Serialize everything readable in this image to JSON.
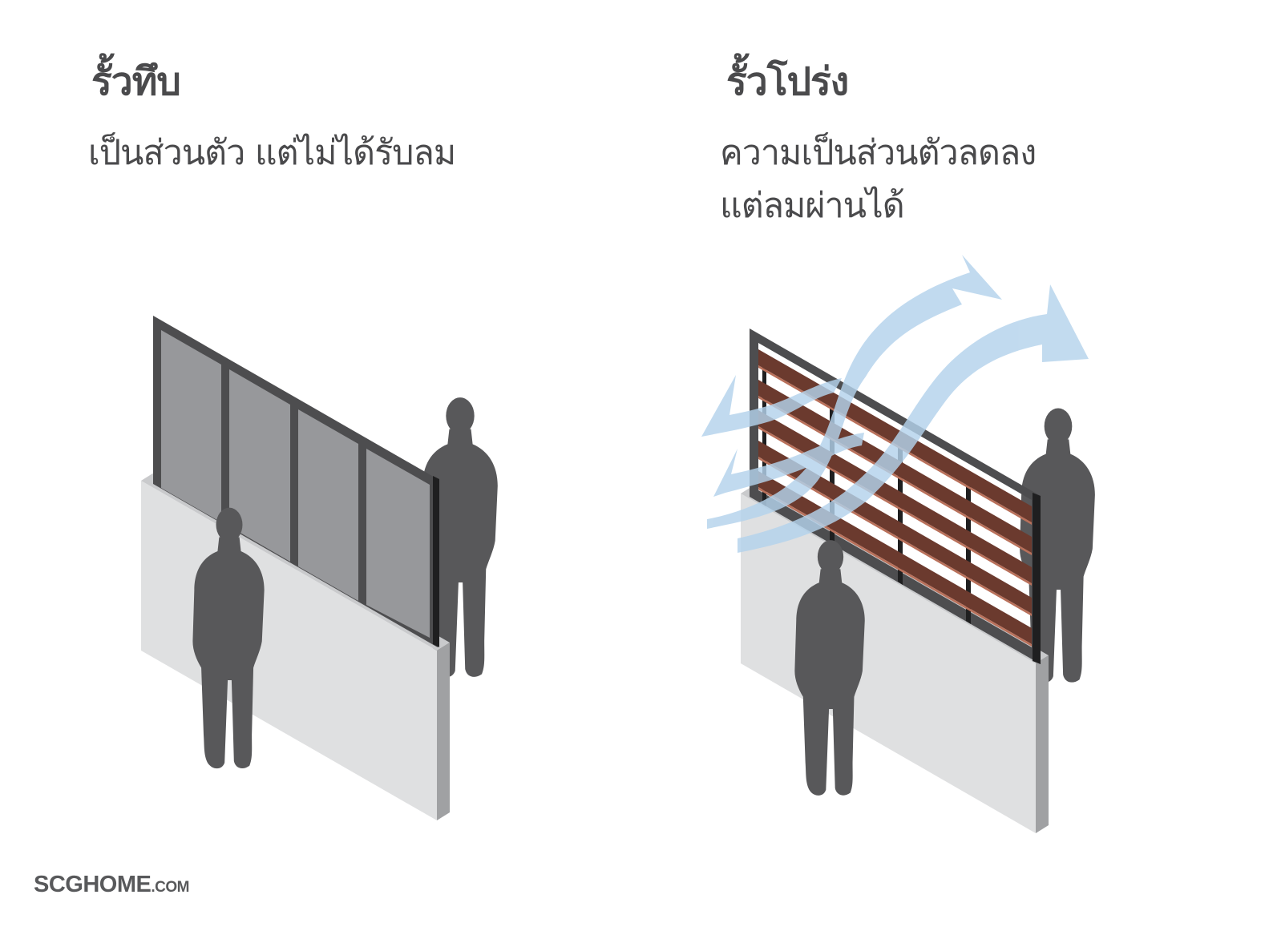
{
  "left_panel": {
    "title": "รั้วทึบ",
    "description": "เป็นส่วนตัว แต่ไม่ได้รับลม"
  },
  "right_panel": {
    "title": "รั้วโปร่ง",
    "description_lines": [
      "ความเป็นส่วนตัวลดลง",
      "แต่ลมผ่านได้"
    ]
  },
  "logo": {
    "main": "SCGHOME",
    "suffix": ".COM"
  },
  "colors": {
    "text": "#4a4a4c",
    "person": "#58585a",
    "wall_front": "#dfe0e1",
    "wall_side": "#a0a1a3",
    "frame": "#4d4d4f",
    "solid_panel": "#97989b",
    "wood_slat": "#6b3a2e",
    "wind": "#b4d3ec"
  }
}
